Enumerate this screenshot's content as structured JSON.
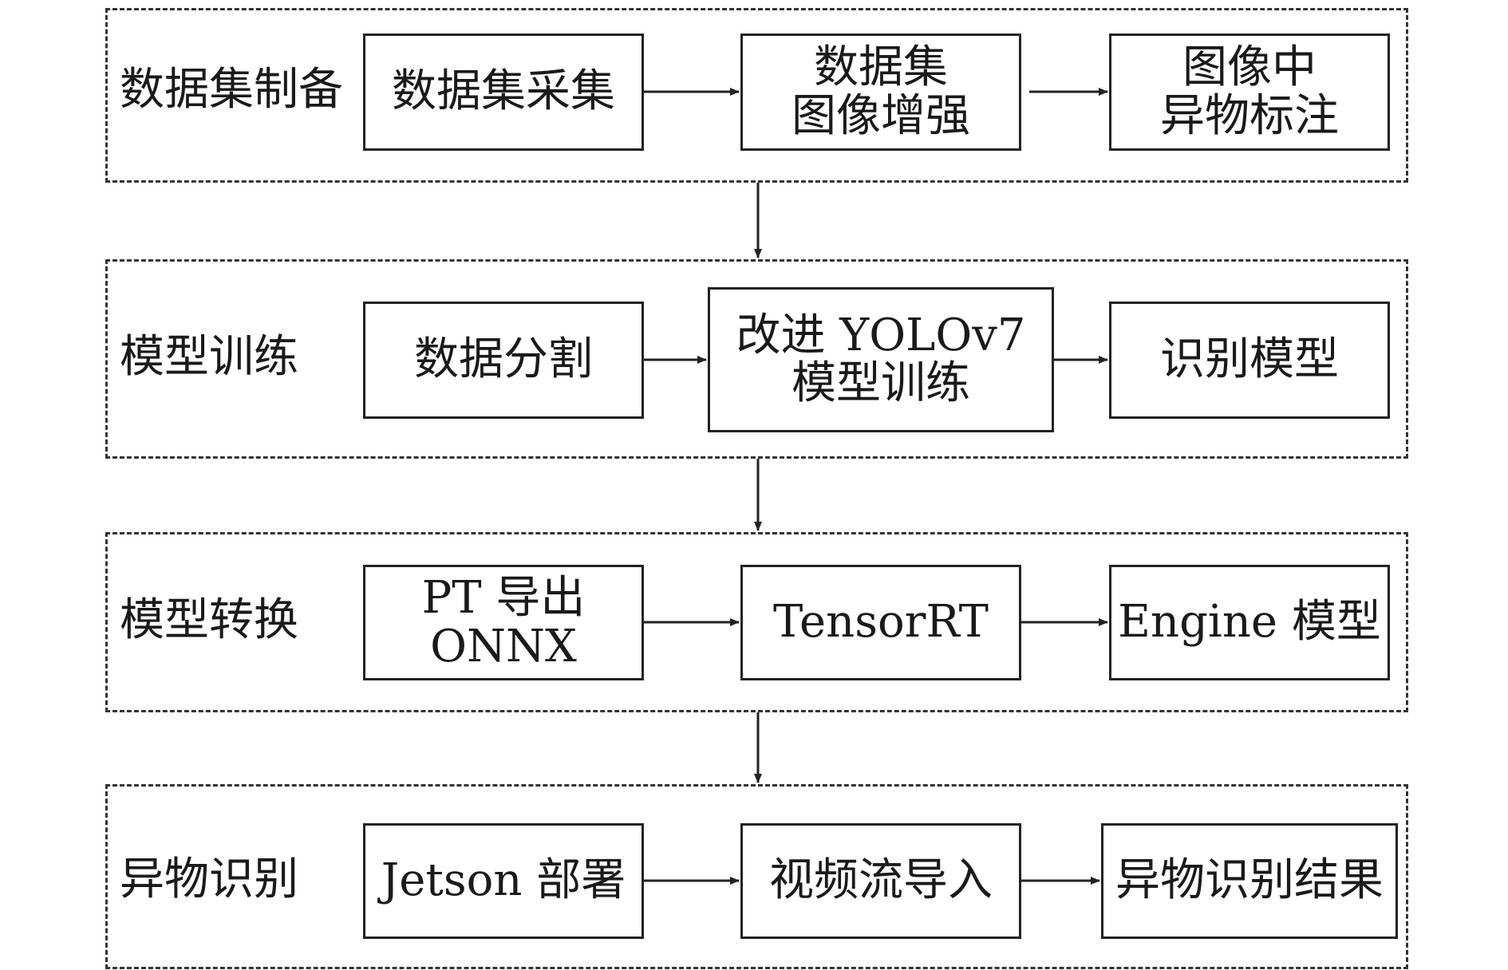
{
  "stages": [
    {
      "label": "数据集制备",
      "boxes": [
        {
          "lines": [
            "数据集采集"
          ]
        },
        {
          "lines": [
            "数据集",
            "图像增强"
          ]
        },
        {
          "lines": [
            "图像中",
            "异物标注"
          ]
        }
      ]
    },
    {
      "label": "模型训练",
      "boxes": [
        {
          "lines": [
            "数据分割"
          ]
        },
        {
          "lines": [
            "改进 YOLOv7",
            "模型训练"
          ]
        },
        {
          "lines": [
            "识别模型"
          ]
        }
      ]
    },
    {
      "label": "模型转换",
      "boxes": [
        {
          "lines": [
            "PT 导出",
            "ONNX"
          ]
        },
        {
          "lines": [
            "TensorRT"
          ]
        },
        {
          "lines": [
            "Engine 模型"
          ]
        }
      ]
    },
    {
      "label": "异物识别",
      "boxes": [
        {
          "lines": [
            "Jetson 部署"
          ]
        },
        {
          "lines": [
            "视频流导入"
          ]
        },
        {
          "lines": [
            "异物识别结果"
          ]
        }
      ]
    }
  ],
  "colors": {
    "stroke": "#222222",
    "dash": "#333333",
    "text": "#1a1a1a"
  }
}
